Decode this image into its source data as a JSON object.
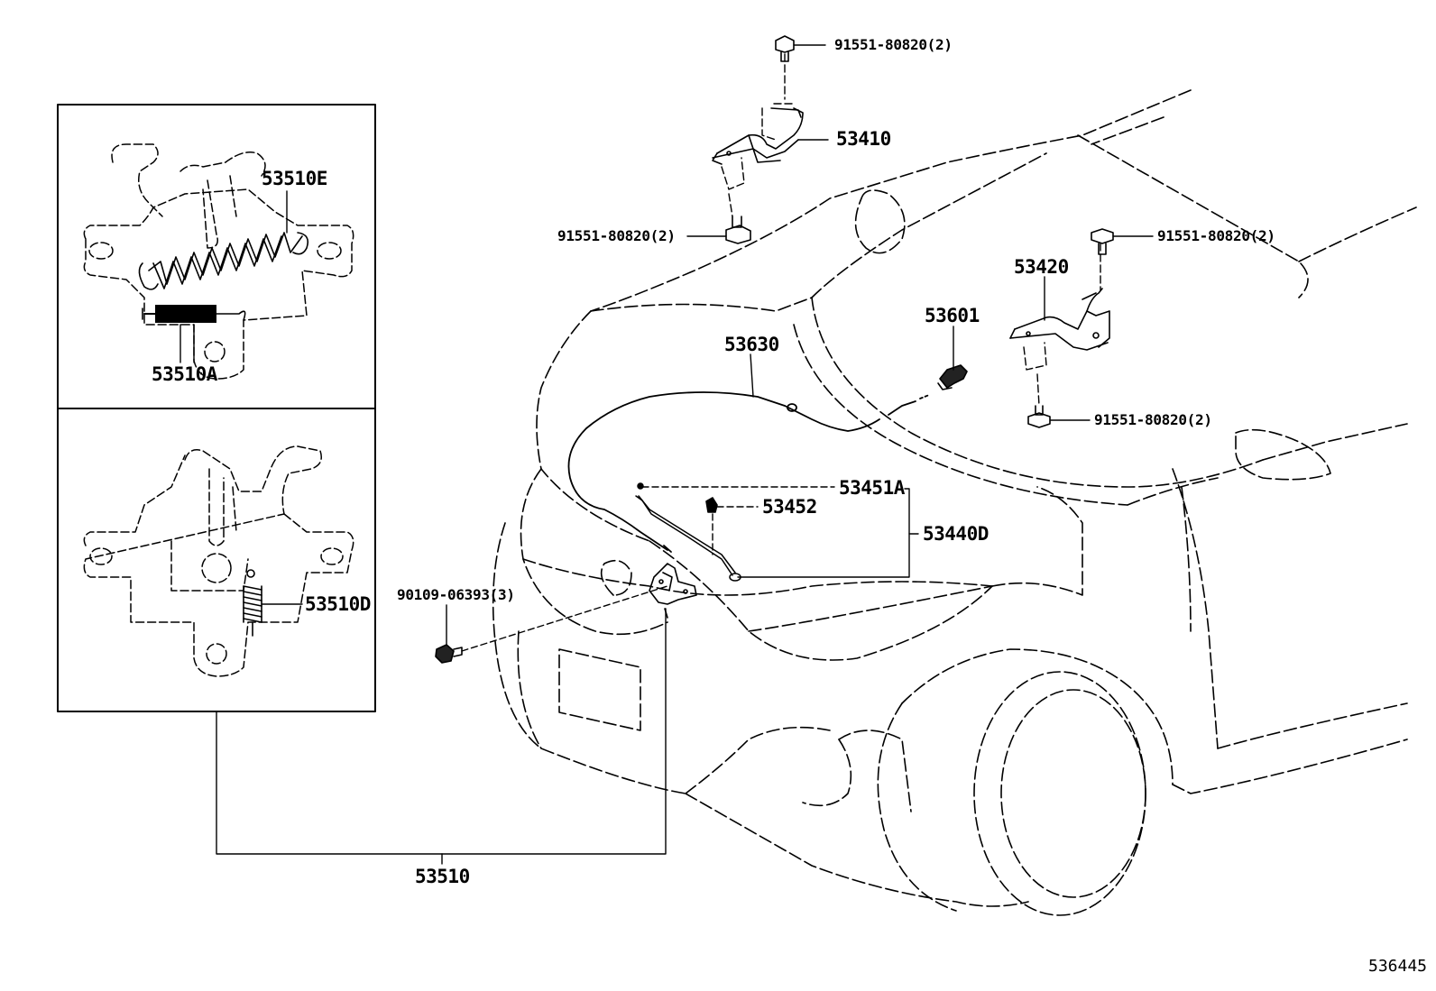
{
  "labels": {
    "bolt_top": "91551-80820(2)",
    "hinge_rh": "53410",
    "bolt_left": "91551-80820(2)",
    "bolt_right_top": "91551-80820(2)",
    "hinge_lh": "53420",
    "support": "53601",
    "cable": "53630",
    "bolt_right_bottom": "91551-80820(2)",
    "rod": "53451A",
    "clip": "53452",
    "rod_assy": "53440D",
    "screw": "90109-06393(3)",
    "spring_d": "53510D",
    "spring_e": "53510E",
    "spring_a": "53510A",
    "lock_assy": "53510",
    "diagram_id": "536445"
  },
  "style": {
    "line": "#000000",
    "background": "#ffffff"
  }
}
